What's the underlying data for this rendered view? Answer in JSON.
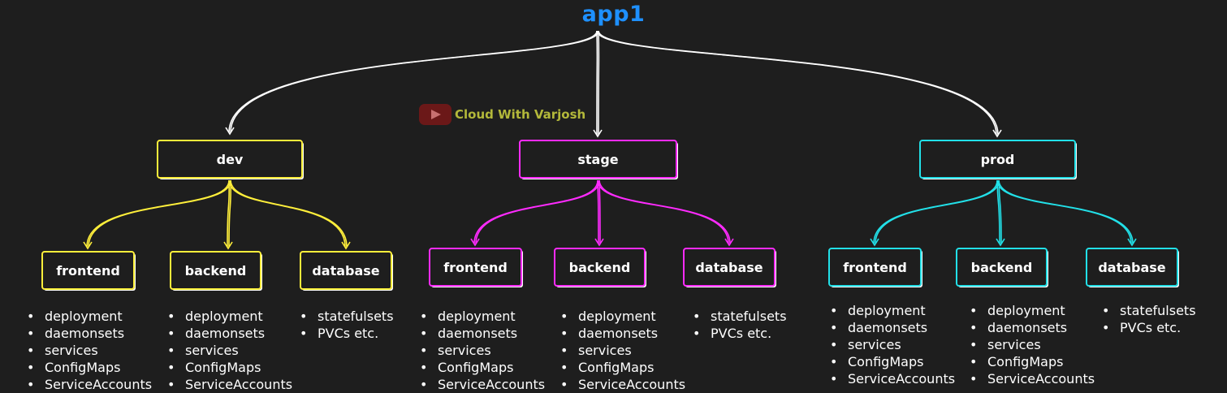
{
  "root": {
    "label": "app1",
    "color": "#1e90ff"
  },
  "watermark": {
    "text": "Cloud With Varjosh",
    "icon": "youtube-play-icon"
  },
  "environments": [
    {
      "label": "dev",
      "color": "#ffef3b",
      "components": [
        {
          "label": "frontend",
          "items": [
            "deployment",
            "daemonsets",
            "services",
            "ConfigMaps",
            "ServiceAccounts"
          ]
        },
        {
          "label": "backend",
          "items": [
            "deployment",
            "daemonsets",
            "services",
            "ConfigMaps",
            "ServiceAccounts"
          ]
        },
        {
          "label": "database",
          "items": [
            "statefulsets",
            "PVCs etc."
          ]
        }
      ]
    },
    {
      "label": "stage",
      "color": "#ff2bff",
      "components": [
        {
          "label": "frontend",
          "items": [
            "deployment",
            "daemonsets",
            "services",
            "ConfigMaps",
            "ServiceAccounts"
          ]
        },
        {
          "label": "backend",
          "items": [
            "deployment",
            "daemonsets",
            "services",
            "ConfigMaps",
            "ServiceAccounts"
          ]
        },
        {
          "label": "database",
          "items": [
            "statefulsets",
            "PVCs etc."
          ]
        }
      ]
    },
    {
      "label": "prod",
      "color": "#22e0e8",
      "components": [
        {
          "label": "frontend",
          "items": [
            "deployment",
            "daemonsets",
            "services",
            "ConfigMaps",
            "ServiceAccounts"
          ]
        },
        {
          "label": "backend",
          "items": [
            "deployment",
            "daemonsets",
            "services",
            "ConfigMaps",
            "ServiceAccounts"
          ]
        },
        {
          "label": "database",
          "items": [
            "statefulsets",
            "PVCs etc."
          ]
        }
      ]
    }
  ]
}
